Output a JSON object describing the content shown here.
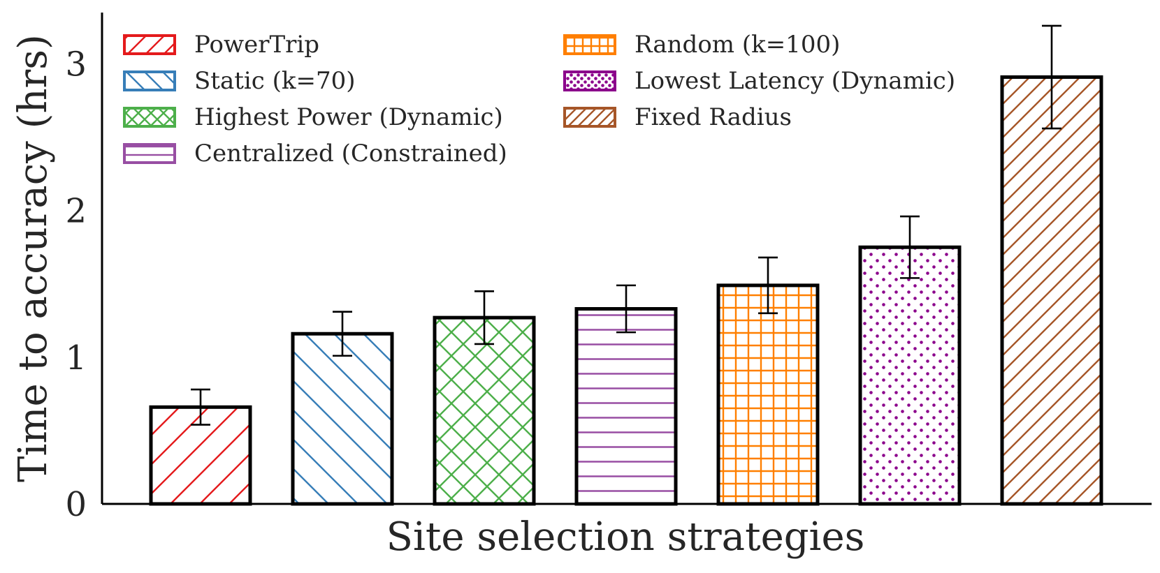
{
  "chart_data": {
    "type": "bar",
    "xlabel": "Site selection strategies",
    "ylabel": "Time to accuracy (hrs)",
    "ylim": [
      0,
      3.35
    ],
    "yticks": [
      "0",
      "1",
      "2",
      "3"
    ],
    "grid": false,
    "legend_placement": "top-left, two columns",
    "series": [
      {
        "name": "PowerTrip",
        "value": 0.66,
        "err_low": 0.54,
        "err_high": 0.78,
        "color": "#e41a1c",
        "hatch": "diag-up"
      },
      {
        "name": "Static (k=70)",
        "value": 1.16,
        "err_low": 1.01,
        "err_high": 1.31,
        "color": "#377eb8",
        "hatch": "diag-down"
      },
      {
        "name": "Highest Power (Dynamic)",
        "value": 1.27,
        "err_low": 1.09,
        "err_high": 1.45,
        "color": "#4daf4a",
        "hatch": "cross-diag"
      },
      {
        "name": "Centralized (Constrained)",
        "value": 1.33,
        "err_low": 1.17,
        "err_high": 1.49,
        "color": "#984ea3",
        "hatch": "horizontal"
      },
      {
        "name": "Random (k=100)",
        "value": 1.49,
        "err_low": 1.3,
        "err_high": 1.68,
        "color": "#ff7f00",
        "hatch": "grid"
      },
      {
        "name": "Lowest Latency (Dynamic)",
        "value": 1.75,
        "err_low": 1.54,
        "err_high": 1.96,
        "color": "#8b008b",
        "hatch": "dots"
      },
      {
        "name": "Fixed Radius",
        "value": 2.91,
        "err_low": 2.56,
        "err_high": 3.26,
        "color": "#a65628",
        "hatch": "diag-up-dense"
      }
    ]
  }
}
